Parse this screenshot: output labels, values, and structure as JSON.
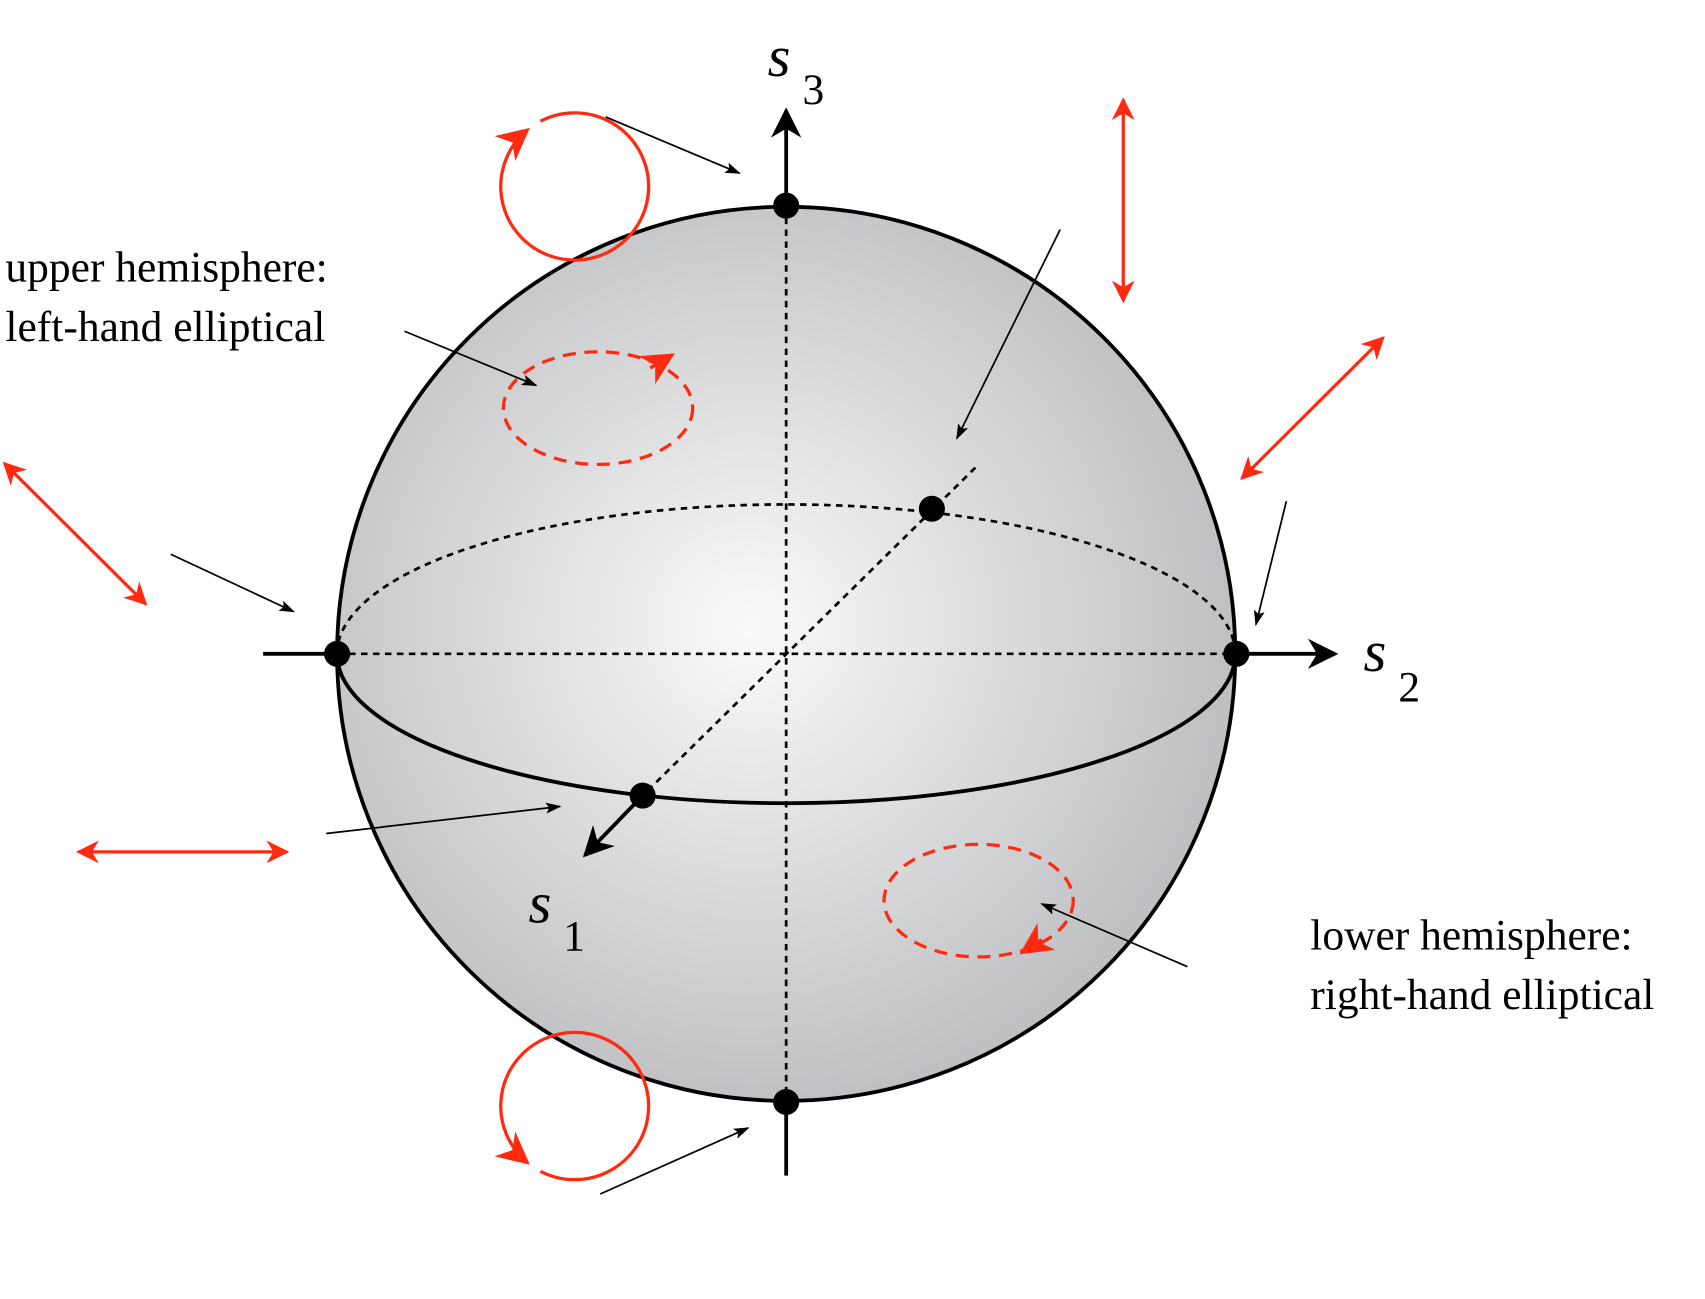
{
  "axes": {
    "s1": {
      "letter": "s",
      "index": "1"
    },
    "s2": {
      "letter": "s",
      "index": "2"
    },
    "s3": {
      "letter": "s",
      "index": "3"
    }
  },
  "annotations": {
    "upper": [
      "upper hemisphere:",
      "left-hand elliptical"
    ],
    "lower": [
      "lower hemisphere:",
      "right-hand elliptical"
    ]
  },
  "colors": {
    "polarization": "#ff2a10",
    "axis": "#000000",
    "sphere_edge": "#b8b9bc",
    "sphere_center": "#fafafa"
  },
  "icons": [
    "circular-left-icon",
    "circular-right-icon",
    "linear-vertical-icon",
    "linear-diagonal-icon",
    "linear-antidiagonal-icon",
    "linear-horizontal-icon",
    "elliptical-left-icon",
    "elliptical-right-icon"
  ]
}
